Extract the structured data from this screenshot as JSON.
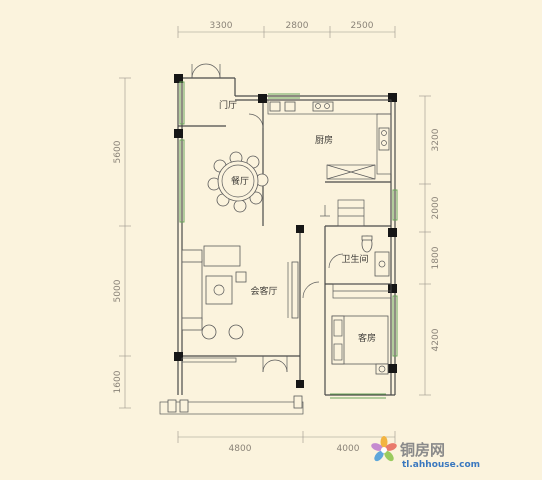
{
  "dimensions": {
    "top": [
      "3300",
      "2800",
      "2500"
    ],
    "bottom": [
      "4800",
      "4000"
    ],
    "left": [
      "5600",
      "5000",
      "1600"
    ],
    "right": [
      "3200",
      "2000",
      "1800",
      "4200"
    ]
  },
  "rooms": {
    "entrance": "门厅",
    "kitchen": "厨房",
    "dining": "餐厅",
    "living": "会客厅",
    "bathroom": "卫生间",
    "guest": "客房"
  },
  "watermark": {
    "brand": "铜房网",
    "url": "tl.ahhouse.com"
  }
}
